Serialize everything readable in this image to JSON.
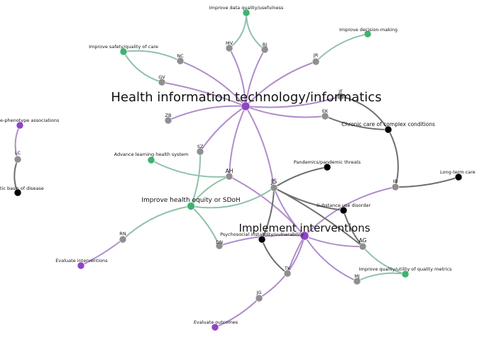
{
  "colors": {
    "purple": "#8e44c4",
    "green": "#3cb371",
    "gray": "#8f8f8f",
    "black": "#000000",
    "edge_purple": "#b08ccc",
    "edge_green": "#8fc2aa",
    "edge_gray": "#6e6e6e"
  },
  "labels": {
    "hit": "Health information technology/informatics",
    "impl": "Implement interventions",
    "equity": "Improve health equity or SDoH",
    "chronic": "Chronic care of complex conditions",
    "dq": "Improve data quality/usefulness",
    "decision": "Improve decision-making",
    "safety": "Improve safety/quality of care",
    "alhs": "Advance learning health system",
    "pandemic": "Pandemics/pandemic threats",
    "ltc": "Long-term care",
    "sud": "Substance use disorder",
    "psi": "Psychosocial instability/vulnerability",
    "qm": "Improve quality/utility of quality metrics",
    "evalint": "Evaluate interventions",
    "evalout": "Evaluate outcomes",
    "pheno": "e-phenotype associations",
    "genetic": "tic basis of disease",
    "MV": "MV",
    "BJ": "BJ",
    "JR": "JR",
    "JF": "JF",
    "EK": "EK",
    "NC": "NC",
    "GV": "GV",
    "ZB": "ZB",
    "SZ": "SZ",
    "AH": "AH",
    "JS": "JS",
    "IB": "IB",
    "AG": "AG",
    "MJ": "MJ",
    "TK": "TK",
    "JG": "JG",
    "DN": "DN",
    "RN": "RN",
    "LC": "LC"
  }
}
